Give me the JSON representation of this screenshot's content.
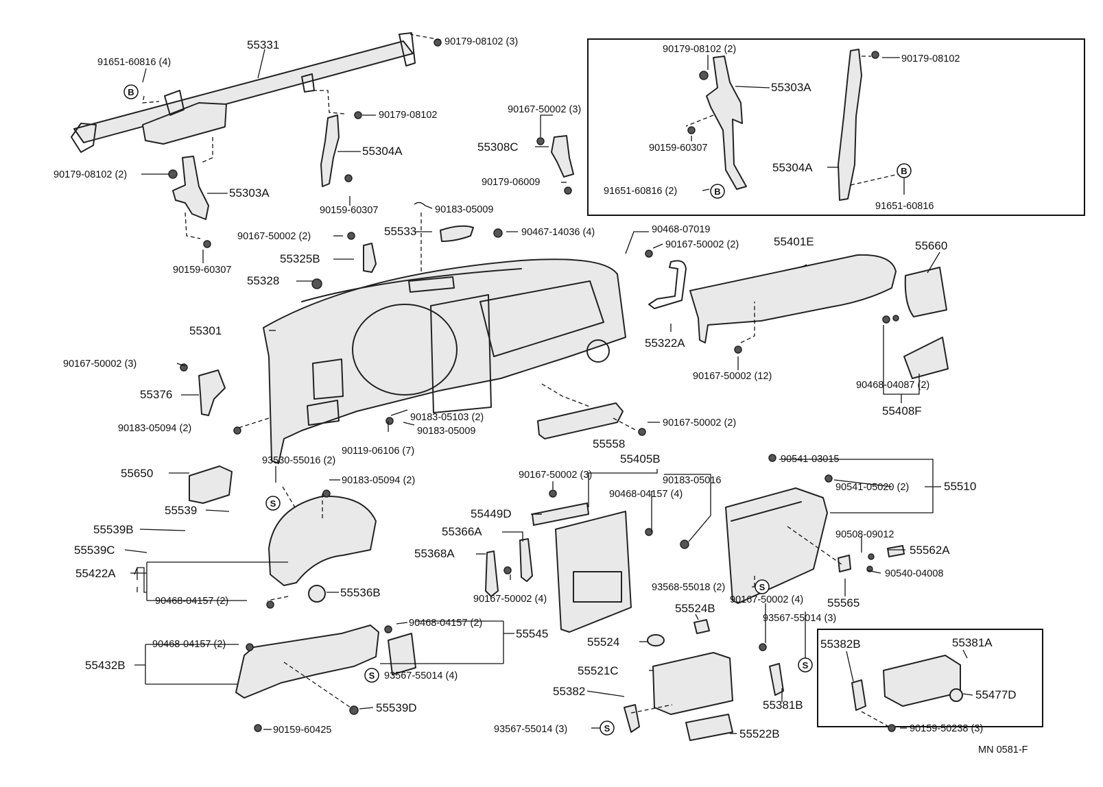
{
  "labels": {
    "l55331": "55331",
    "l91651_60816_4": "91651-60816 (4)",
    "l90179_08102_3": "90179-08102 (3)",
    "l90179_08102_a": "90179-08102",
    "l55304A_a": "55304A",
    "l90179_08102_2a": "90179-08102 (2)",
    "l55303A_a": "55303A",
    "l90159_60307_a": "90159-60307",
    "l90159_60307_b": "90159-60307",
    "l90167_50002_3a": "90167-50002 (3)",
    "l55308C": "55308C",
    "l90179_06009": "90179-06009",
    "l90183_05009_a": "90183-05009",
    "l55533": "55533",
    "l90467_14036_4": "90467-14036 (4)",
    "l90167_50002_2a": "90167-50002 (2)",
    "l55325B": "55325B",
    "l55328": "55328",
    "l55301": "55301",
    "l90167_50002_3b": "90167-50002 (3)",
    "l55376": "55376",
    "l90183_05094_2a": "90183-05094 (2)",
    "l90183_05103_2": "90183-05103 (2)",
    "l90183_05009_b": "90183-05009",
    "l90119_06106_7": "90119-06106 (7)",
    "l55558": "55558",
    "l90167_50002_2b": "90167-50002 (2)",
    "l90468_07019": "90468-07019",
    "l90167_50002_2c": "90167-50002 (2)",
    "l55401E": "55401E",
    "l55660": "55660",
    "l55322A": "55322A",
    "l90167_50002_12": "90167-50002 (12)",
    "l90468_04087_2": "90468-04087 (2)",
    "l55408F": "55408F",
    "l90179_08102_2b": "90179-08102 (2)",
    "l55303A_b": "55303A",
    "l90159_60307_c": "90159-60307",
    "l91651_60816_2": "91651-60816 (2)",
    "l90179_08102_b": "90179-08102",
    "l55304A_b": "55304A",
    "l91651_60816_b": "91651-60816",
    "l55650": "55650",
    "l93530_55016_2": "93530-55016 (2)",
    "l90183_05094_2b": "90183-05094 (2)",
    "l55539": "55539",
    "l55539B": "55539B",
    "l55539C": "55539C",
    "l55422A": "55422A",
    "l90468_04157_2a": "90468-04157 (2)",
    "l55536B": "55536B",
    "l90468_04157_2b": "90468-04157 (2)",
    "l55545": "55545",
    "l90468_04157_2c": "90468-04157 (2)",
    "l55432B": "55432B",
    "l93567_55014_4": "93567-55014 (4)",
    "l55539D": "55539D",
    "l90159_60425": "90159-60425",
    "l90167_50002_3c": "90167-50002 (3)",
    "l55405B": "55405B",
    "l90183_05016": "90183-05016",
    "l90468_04157_4": "90468-04157 (4)",
    "l55449D": "55449D",
    "l55366A": "55366A",
    "l55368A": "55368A",
    "l90167_50002_4a": "90167-50002 (4)",
    "l90541_03015": "90541-03015",
    "l90541_05020_2": "90541-05020 (2)",
    "l55510": "55510",
    "l90508_09012": "90508-09012",
    "l55562A": "55562A",
    "l90540_04008": "90540-04008",
    "l93568_55018_2": "93568-55018 (2)",
    "l55565": "55565",
    "l55524B": "55524B",
    "l90167_50002_4b": "90167-50002 (4)",
    "l93567_55014_3a": "93567-55014 (3)",
    "l55524": "55524",
    "l55521C": "55521C",
    "l55382": "55382",
    "l93567_55014_3b": "93567-55014 (3)",
    "l55381B": "55381B",
    "l55522B": "55522B",
    "l55382B": "55382B",
    "l55381A": "55381A",
    "l55477D": "55477D",
    "l90159_50238_3": "90159-50238 (3)",
    "code": "MN 0581-F"
  },
  "symbols": {
    "b": "B",
    "s": "S"
  }
}
